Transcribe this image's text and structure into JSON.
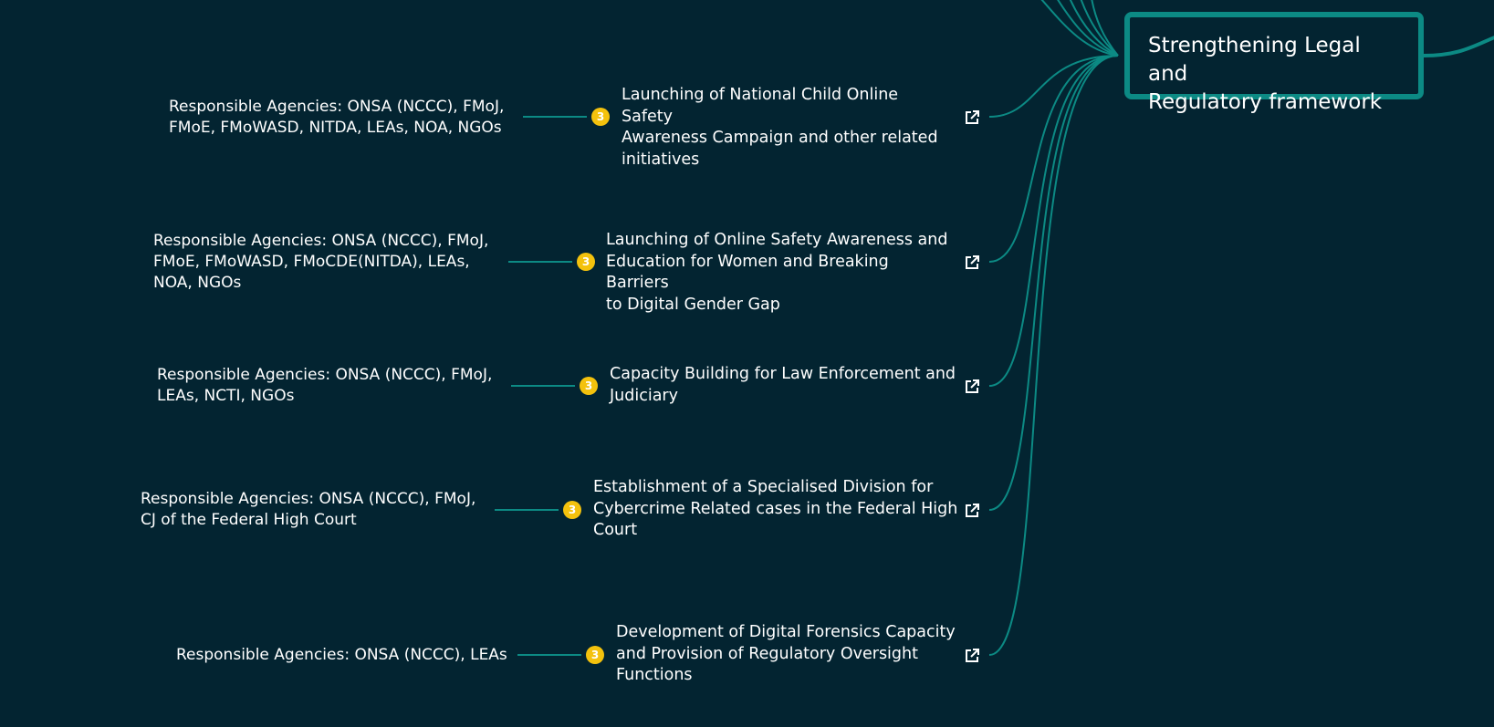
{
  "root_node": {
    "title": "Strengthening Legal and\nRegulatory framework"
  },
  "nodes": [
    {
      "action": "Launching of National Child Online Safety\nAwareness Campaign and other related\ninitiatives",
      "agencies": "Responsible Agencies: ONSA (NCCC), FMoJ,\nFMoE, FMoWASD, NITDA, LEAs, NOA, NGOs",
      "priority": "3",
      "link_icon": "external-link-icon"
    },
    {
      "action": "Launching of Online Safety Awareness and\nEducation for Women and Breaking Barriers\nto Digital Gender Gap",
      "agencies": "Responsible Agencies: ONSA (NCCC), FMoJ,\nFMoE, FMoWASD, FMoCDE(NITDA), LEAs,\nNOA, NGOs",
      "priority": "3",
      "link_icon": "external-link-icon"
    },
    {
      "action": "Capacity Building for Law Enforcement and\nJudiciary",
      "agencies": "Responsible Agencies: ONSA (NCCC), FMoJ,\nLEAs, NCTI, NGOs",
      "priority": "3",
      "link_icon": "external-link-icon"
    },
    {
      "action": "Establishment of a Specialised Division for\nCybercrime Related cases in the Federal High\nCourt",
      "agencies": "Responsible Agencies: ONSA (NCCC), FMoJ,\nCJ of the Federal High Court",
      "priority": "3",
      "link_icon": "external-link-icon"
    },
    {
      "action": "Development of Digital Forensics Capacity\nand Provision of Regulatory Oversight\nFunctions",
      "agencies": "Responsible Agencies: ONSA (NCCC), LEAs",
      "priority": "3",
      "link_icon": "external-link-icon"
    }
  ],
  "colors": {
    "background": "#032431",
    "connector": "#0c8a84",
    "badge": "#f4c20d",
    "text": "#ffffff"
  }
}
